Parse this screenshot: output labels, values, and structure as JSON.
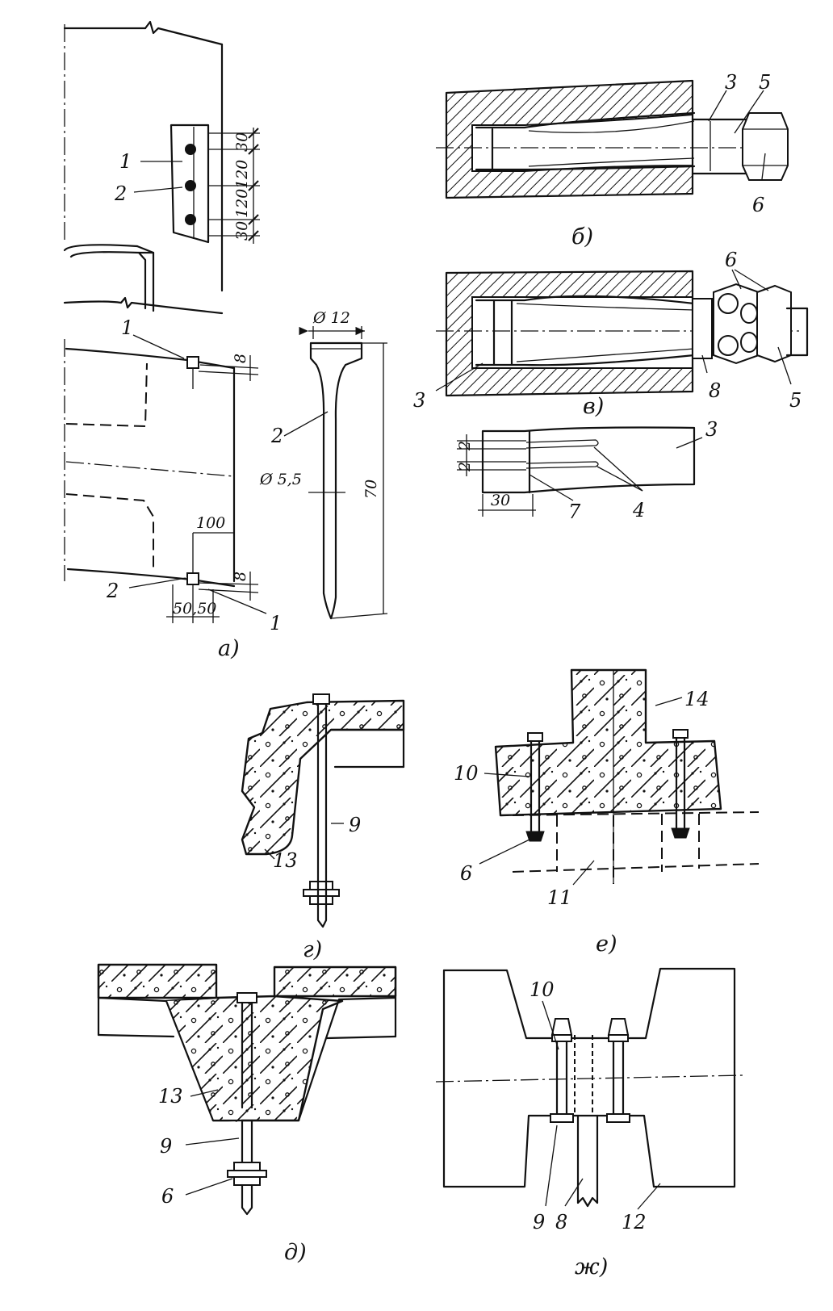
{
  "callouts": {
    "a_1_top": "1",
    "a_2_top": "2",
    "a_1_mid": "1",
    "a_2_low": "2",
    "a_1_low": "1",
    "pin_2": "2",
    "b_3": "3",
    "b_5": "5",
    "b_6": "6",
    "v_6": "6",
    "v_3": "3",
    "v_8": "8",
    "v_5": "5",
    "v_3b": "3",
    "v_7": "7",
    "v_4": "4",
    "g_9": "9",
    "g_13": "13",
    "e_14": "14",
    "e_10": "10",
    "e_6": "6",
    "e_11": "11",
    "d_13": "13",
    "d_9": "9",
    "d_6": "6",
    "zh_10": "10",
    "zh_9": "9",
    "zh_8": "8",
    "zh_12": "12"
  },
  "dimensions": {
    "a_30_top": "30",
    "a_120_top": "120",
    "a_120_low": "120",
    "a_30_low": "30",
    "a_8_top": "8",
    "a_100": "100",
    "a_8_low": "8",
    "a_50_50": "50,50",
    "pin_d12": "Ø 12",
    "pin_d55": "Ø 5,5",
    "pin_70": "70",
    "v_2_top": "2",
    "v_2_low": "2",
    "v_30": "30"
  },
  "captions": {
    "a": "а)",
    "b": "б)",
    "v": "в)",
    "g": "г)",
    "e": "е)",
    "d": "д)",
    "zh": "ж)"
  },
  "colors": {
    "ink": "#111111",
    "paper": "#ffffff"
  }
}
